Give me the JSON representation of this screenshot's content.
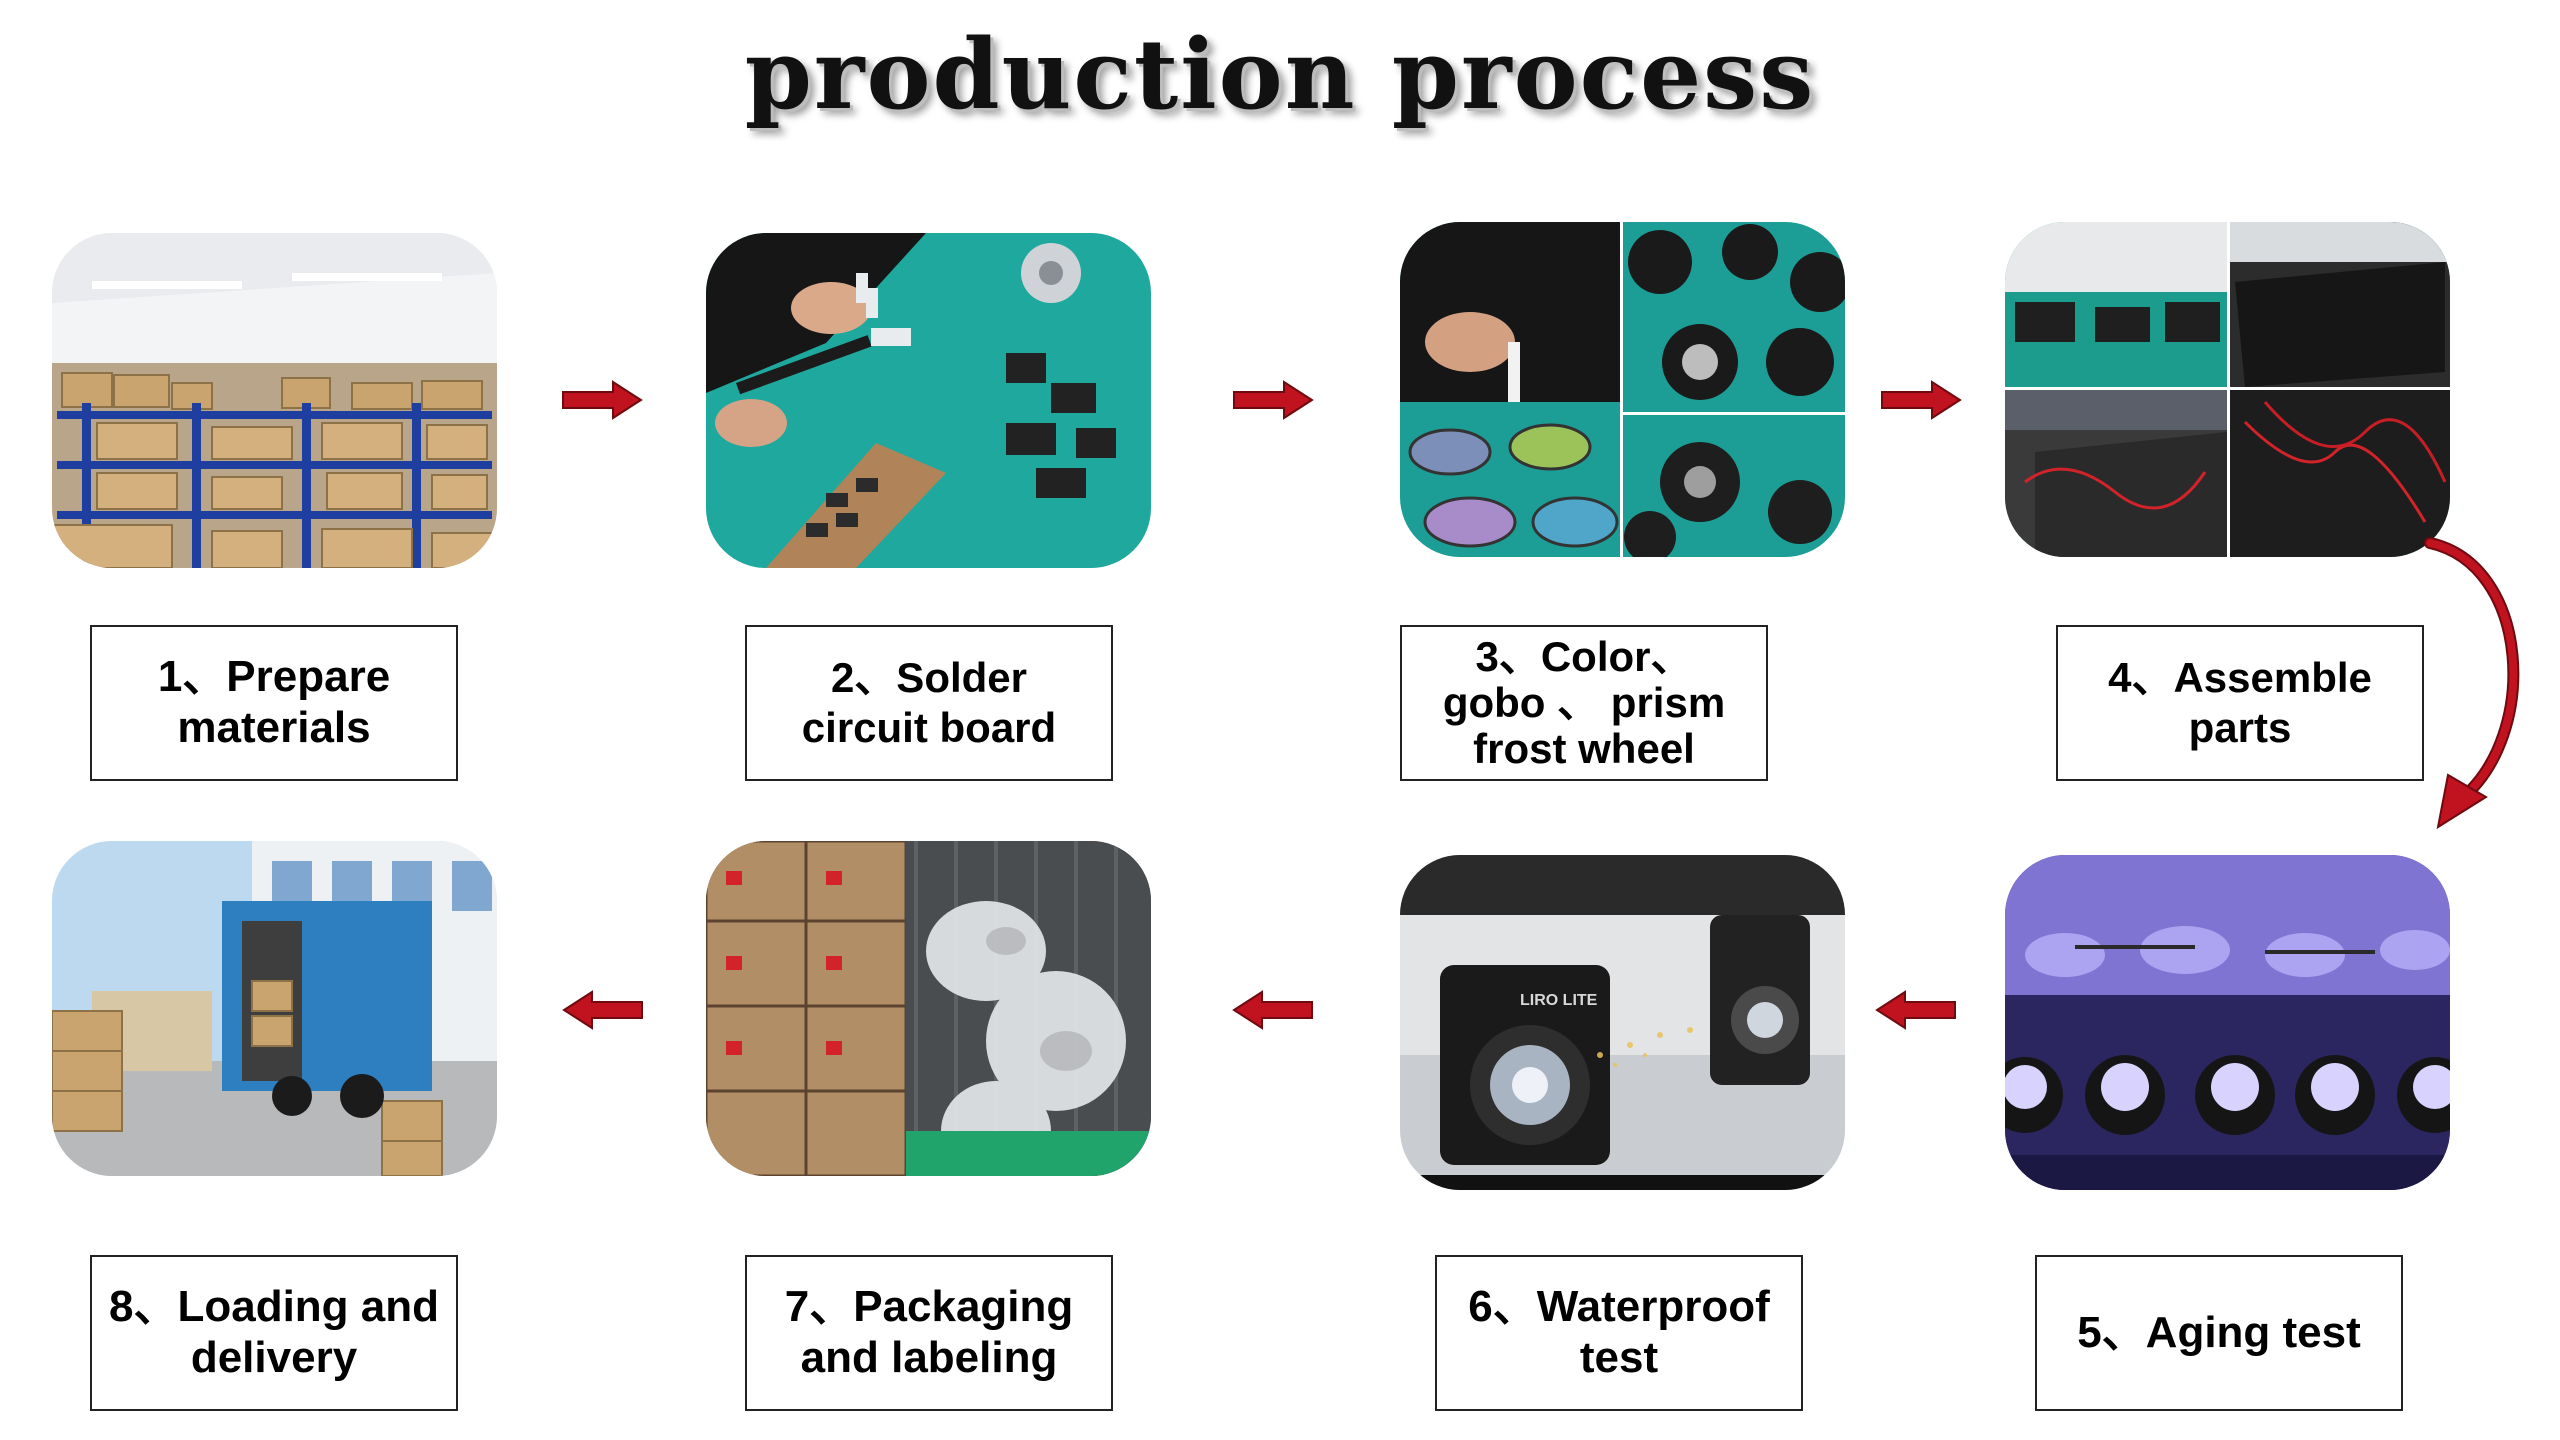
{
  "page": {
    "title": "production process"
  },
  "colors": {
    "arrow": "#c1121f",
    "arrow_stroke": "#6e0a10",
    "teal": "#1fa89e",
    "box_border": "#222222"
  },
  "steps": [
    {
      "label": "1、Prepare\nmaterials",
      "photo": "warehouse-shelves"
    },
    {
      "label": "2、Solder\ncircuit board",
      "photo": "soldering-pcb"
    },
    {
      "label": "3、Color、\ngobo 、 prism\nfrost wheel",
      "photo": "gobo-wheels"
    },
    {
      "label": "4、Assemble\nparts",
      "photo": "assembly-line"
    },
    {
      "label": "5、Aging test",
      "photo": "aging-test-room"
    },
    {
      "label": "6、Waterproof\ntest",
      "photo": "waterproof-test"
    },
    {
      "label": "7、Packaging\nand labeling",
      "photo": "packaging-boxes"
    },
    {
      "label": "8、Loading and\ndelivery",
      "photo": "truck-loading"
    }
  ],
  "photo_texts": {
    "brand_on_fixture": "LIRO LITE"
  }
}
